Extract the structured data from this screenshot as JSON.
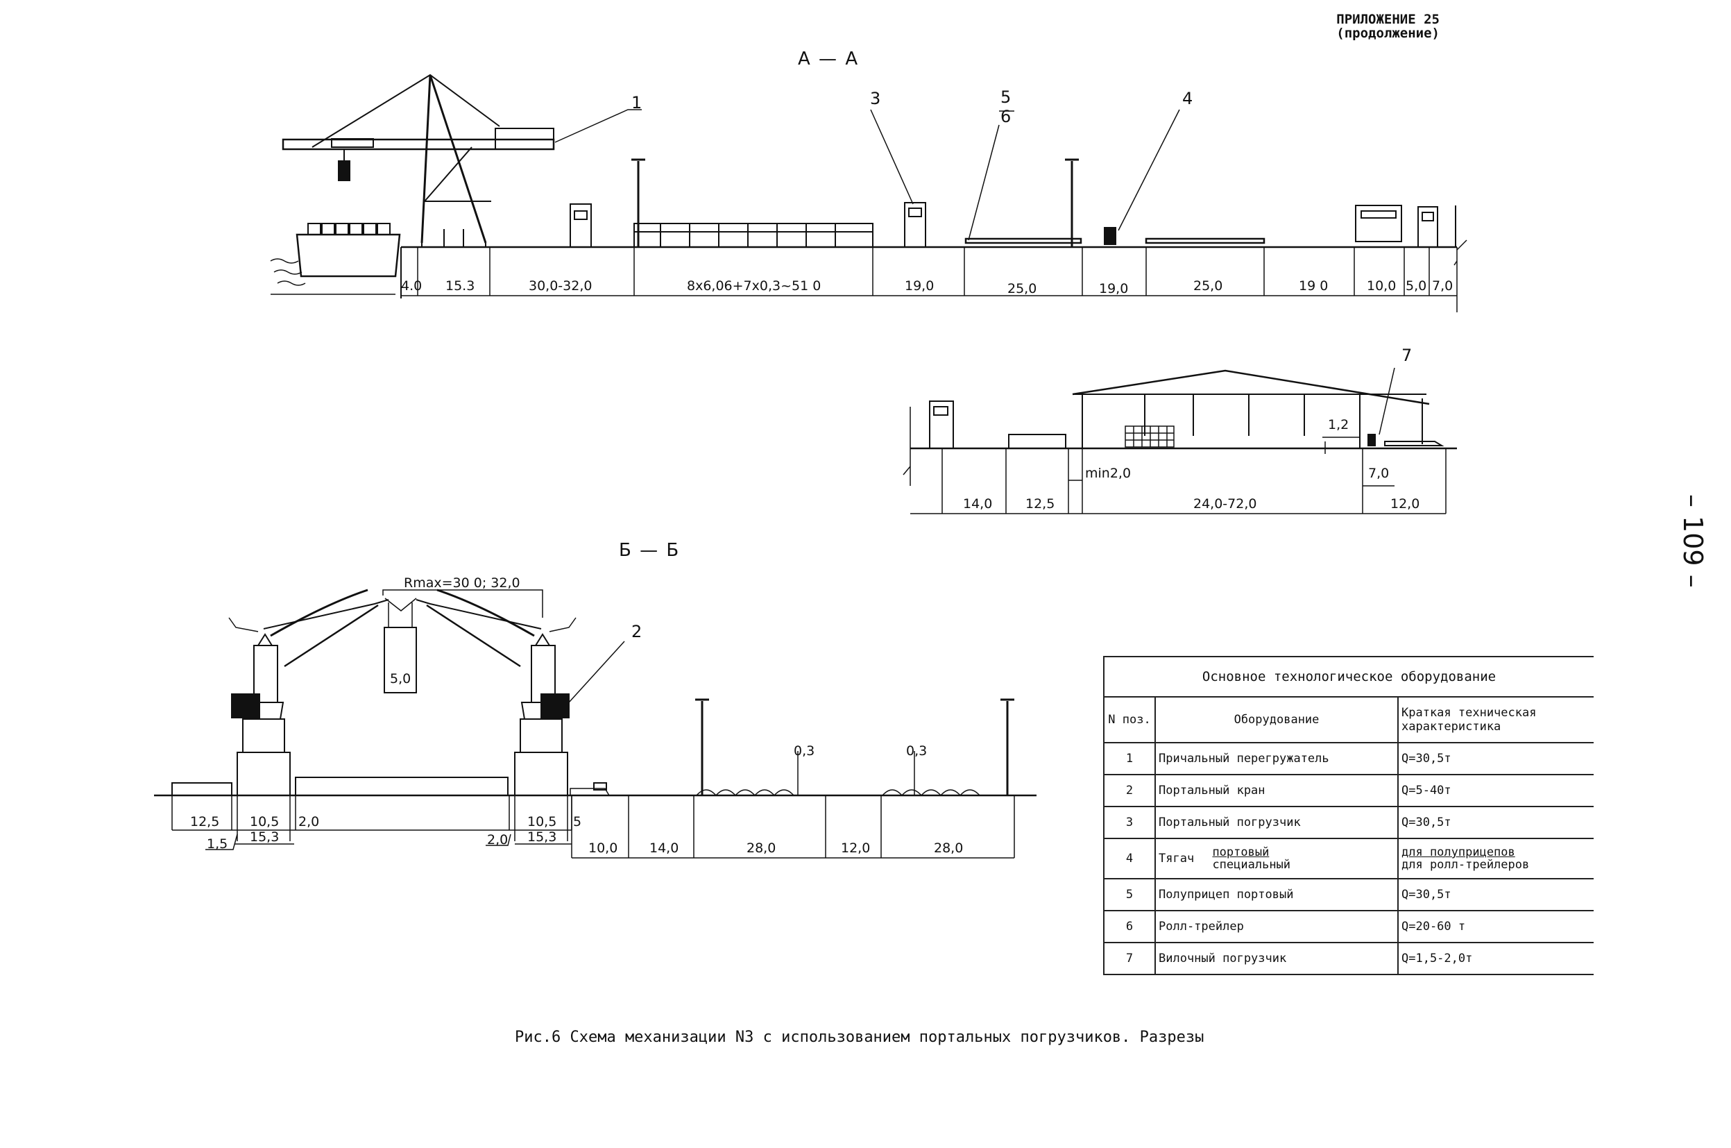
{
  "header": {
    "appendix_line1": "ПРИЛОЖЕНИЕ 25",
    "appendix_line2": "(продолжение)"
  },
  "page_number": "– 109 –",
  "sections": {
    "aa_title": "А — А",
    "bb_title": "Б — Б"
  },
  "callouts": [
    "1",
    "2",
    "3",
    "4",
    "5",
    "6",
    "7"
  ],
  "section_aa": {
    "dims": [
      "4.0",
      "15.3",
      "30,0-32,0",
      "8x6,06+7x0,3~51 0",
      "19,0",
      "25,0",
      "19,0",
      "25,0",
      "19 0",
      "10,0",
      "5,0",
      "7,0"
    ]
  },
  "section_aa_lower": {
    "dims": [
      "14,0",
      "12,5",
      "24,0-72,0",
      "12,0"
    ],
    "notes": [
      "1,2",
      "min2,0",
      "7,0"
    ]
  },
  "section_bb": {
    "rmax": "Rmax=30 0; 32,0",
    "load": "5,0",
    "heights": [
      "0,3",
      "0,3"
    ],
    "dims_upper": [
      "12,5",
      "10,5",
      "2,0",
      "10,5",
      "5"
    ],
    "dims_lower": [
      "1,5",
      "15,3",
      "2,0",
      "15,3"
    ],
    "dims_road": [
      "10,0",
      "14,0",
      "28,0",
      "12,0",
      "28,0"
    ]
  },
  "equipment_table": {
    "title": "Основное технологическое оборудование",
    "col_num": "N поз.",
    "col_equipment": "Оборудование",
    "col_spec": "Краткая техническая характеристика",
    "rows": [
      {
        "n": "1",
        "equipment": "Причальный перегружатель",
        "spec": "Q=30,5т"
      },
      {
        "n": "2",
        "equipment": "Портальный кран",
        "spec": "Q=5-40т"
      },
      {
        "n": "3",
        "equipment": "Портальный погрузчик",
        "spec": "Q=30,5т"
      },
      {
        "n": "4",
        "equipment": "Тягач",
        "equipment_sub1": "портовый",
        "equipment_sub2": "специальный",
        "spec": "для полуприцепов",
        "spec2": "для ролл-трейлеров"
      },
      {
        "n": "5",
        "equipment": "Полуприцеп портовый",
        "spec": "Q=30,5т"
      },
      {
        "n": "6",
        "equipment": "Ролл-трейлер",
        "spec": "Q=20-60 т"
      },
      {
        "n": "7",
        "equipment": "Вилочный погрузчик",
        "spec": "Q=1,5-2,0т"
      }
    ]
  },
  "caption": "Рис.6   Схема механизации N3 с использованием портальных погрузчиков. Разрезы"
}
